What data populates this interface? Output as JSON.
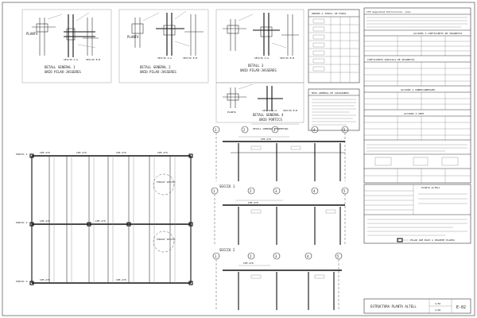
{
  "details": {
    "d1_title": "DETALL GENERAL 1",
    "d1_sub": "UNIO PILAR-JASSERES",
    "d2_title": "DETALL GENERAL 2",
    "d2_sub": "UNIO PILAR-JASSERES",
    "d3_title": "DETALL 3",
    "d3_sub": "UNIO PILAR-JASSERES",
    "d4_title": "DETALL GENERAL 4",
    "d4_sub": "UNIO PORTICS",
    "d5_title": "DETALL GENERAL PERIMETRAL",
    "planta": "PLANTA",
    "seccio_aa": "SECCIO A-A",
    "seccio_bb": "SECCIO B-B"
  },
  "tables": {
    "forces_title": "UNIONS A TOPALL DE FORCA",
    "rightcol_title": "CTE Seguretat Estructural. Acer",
    "rightcol_sub1": "ACCIONS I COEFICIENTS DE SEGURETAT",
    "rightcol_sub2": "COEFICIENTS PARCIALS DE SEGURETAT",
    "rightcol_sub3": "ACCIONS I SOBRECARREGUES",
    "rightcol_sub4": "ACCIONS I VENT",
    "soldadures_title": "NOTA GENERAL DE SOLDADURES",
    "planta_note_title": "PLANTA ALTELL",
    "legend_pilar": "PILAR QUE BAIX A SEGUENT PLANTA"
  },
  "plan": {
    "axis_labels": [
      "PORTIC 1",
      "PORTIC 2",
      "PORTIC 3"
    ],
    "beam_labels": [
      "IPE-270",
      "IPE-270",
      "IPE-270",
      "IPE-270",
      "IPE-270",
      "IPE-270",
      "IPE-270",
      "IPE-270"
    ],
    "hole_label": "FORJAT SECCIO"
  },
  "sections": {
    "titles": [
      "SECCIO 1",
      "SECCIO 2",
      "SECCIO 3"
    ],
    "axes": [
      "1",
      "2",
      "3",
      "4",
      "5"
    ],
    "beam_tag": "IPE-270"
  },
  "title_block": {
    "drawing_title": "ESTRUCTURA PLANTA ALTELL",
    "scale_1": "1/50",
    "scale_2": "1/20",
    "sheet_number": "E-02"
  }
}
